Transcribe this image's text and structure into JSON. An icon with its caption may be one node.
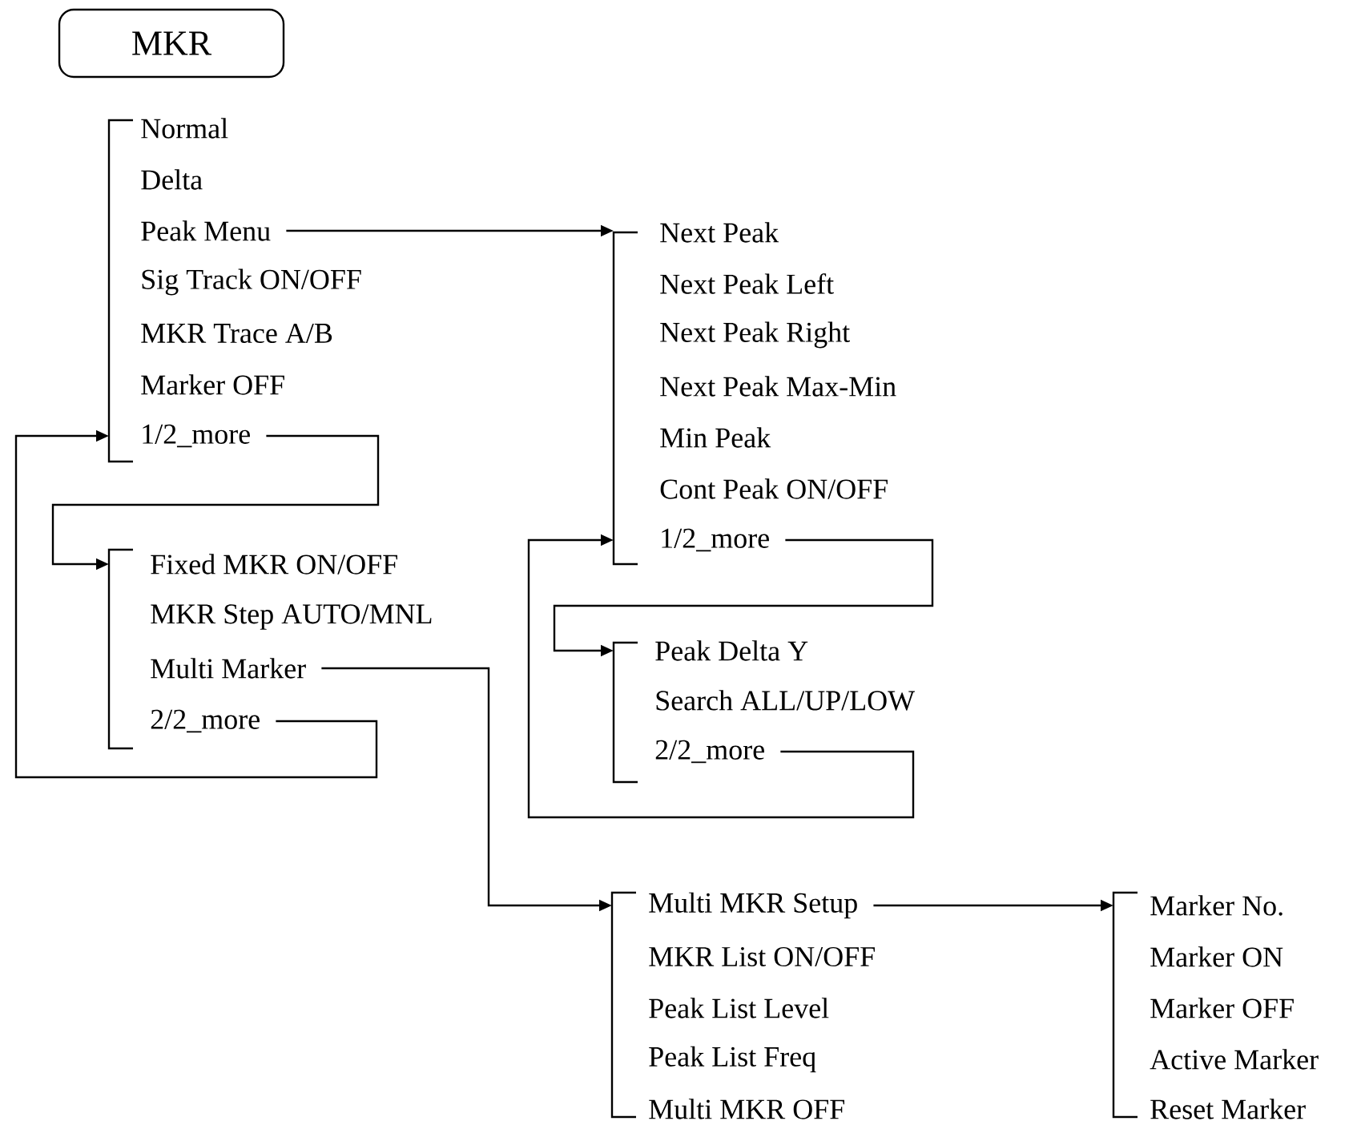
{
  "diagram": {
    "nodes": [
      {
        "text": [
          "MKR"
        ]
      },
      {
        "text": [],
        "shape": "bracket"
      },
      {
        "text": [
          "Normal"
        ],
        "in": 1
      },
      {
        "text": [
          "Delta"
        ],
        "in": 1
      },
      {
        "text": [
          "Peak Menu"
        ],
        "in": 1
      },
      {
        "text": [
          "Sig Track ON/OFF"
        ],
        "in": 1
      },
      {
        "text": [
          "MKR Trace A/B"
        ],
        "in": 1
      },
      {
        "text": [
          "Marker OFF"
        ],
        "in": 1
      },
      {
        "text": [
          "1/2_more"
        ],
        "in": 1
      },
      {
        "text": [],
        "shape": "bracket"
      },
      {
        "text": [
          "Fixed MKR ON/OFF"
        ],
        "in": 9
      },
      {
        "text": [
          "MKR Step AUTO/MNL"
        ],
        "in": 9
      },
      {
        "text": [
          "Multi Marker"
        ],
        "in": 9
      },
      {
        "text": [
          "2/2_more"
        ],
        "in": 9
      },
      {
        "text": [],
        "shape": "bracket"
      },
      {
        "text": [
          "Next Peak"
        ],
        "in": 14
      },
      {
        "text": [
          "Next Peak Left"
        ],
        "in": 14
      },
      {
        "text": [
          "Next Peak Right"
        ],
        "in": 14
      },
      {
        "text": [
          "Next Peak Max-Min"
        ],
        "in": 14
      },
      {
        "text": [
          "Min Peak"
        ],
        "in": 14
      },
      {
        "text": [
          "Cont Peak ON/OFF"
        ],
        "in": 14
      },
      {
        "text": [
          "1/2_more"
        ],
        "in": 14
      },
      {
        "text": [],
        "shape": "bracket"
      },
      {
        "text": [
          "Peak Delta Y"
        ],
        "in": 22
      },
      {
        "text": [
          "Search ALL/UP/LOW"
        ],
        "in": 22
      },
      {
        "text": [
          "2/2_more"
        ],
        "in": 22
      },
      {
        "text": [],
        "shape": "bracket"
      },
      {
        "text": [
          "Multi MKR Setup"
        ],
        "in": 26
      },
      {
        "text": [
          "MKR List ON/OFF"
        ],
        "in": 26
      },
      {
        "text": [
          "Peak List Level"
        ],
        "in": 26
      },
      {
        "text": [
          "Peak List Freq"
        ],
        "in": 26
      },
      {
        "text": [
          "Multi MKR OFF"
        ],
        "in": 26
      },
      {
        "text": [],
        "shape": "bracket"
      },
      {
        "text": [
          "Marker No."
        ],
        "in": 32
      },
      {
        "text": [
          "Marker ON"
        ],
        "in": 32
      },
      {
        "text": [
          "Marker OFF"
        ],
        "in": 32
      },
      {
        "text": [
          "Active Marker"
        ],
        "in": 32
      },
      {
        "text": [
          "Reset Marker"
        ],
        "in": 32
      }
    ],
    "edges": [
      {
        "from": 4,
        "to": 14,
        "arrow": "to"
      },
      {
        "from": 8,
        "to": 9,
        "arrow": "to"
      },
      {
        "from": 13,
        "to": 1,
        "arrow": "to"
      },
      {
        "from": 12,
        "to": 26,
        "arrow": "to"
      },
      {
        "from": 21,
        "to": 22,
        "arrow": "to"
      },
      {
        "from": 25,
        "to": 14,
        "arrow": "to"
      },
      {
        "from": 27,
        "to": 32,
        "arrow": "to"
      }
    ]
  }
}
